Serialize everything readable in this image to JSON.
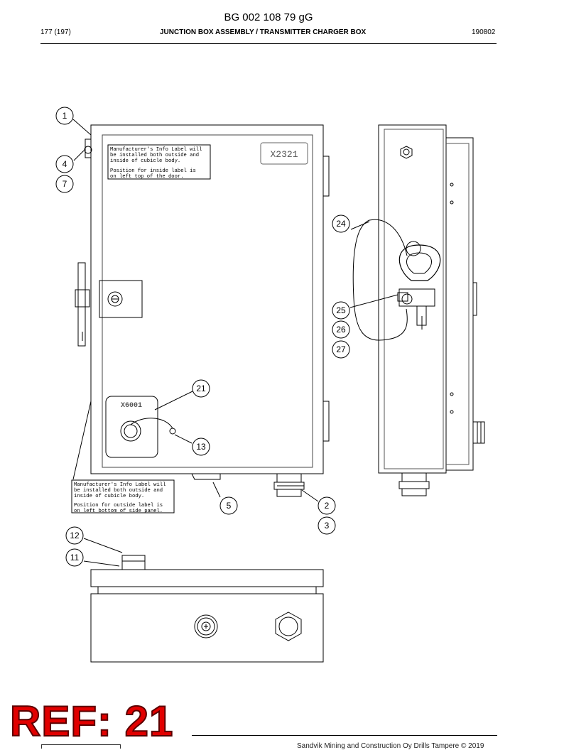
{
  "header": {
    "doc_number": "BG 002 108 79 gG",
    "page": "177 (197)",
    "title": "JUNCTION BOX ASSEMBLY / TRANSMITTER CHARGER BOX",
    "date_code": "190802"
  },
  "labels": {
    "door_marking": "X2321",
    "socket_marking": "X6001"
  },
  "notes": {
    "inside_label": [
      "Manufacturer's Info Label will",
      "be installed both outside and",
      "inside of cubicle body.",
      "Position for inside label is",
      "on left top of the door."
    ],
    "outside_label": [
      "Manufacturer's Info Label will",
      "be installed both outside and",
      "inside of cubicle body.",
      "Position for outside label is",
      "on left bottom of side panel."
    ]
  },
  "part_callouts": [
    "1",
    "4",
    "7",
    "24",
    "25",
    "26",
    "27",
    "21",
    "13",
    "5",
    "2",
    "3",
    "12",
    "11"
  ],
  "stamp": {
    "text": "REF: 21"
  },
  "footer": {
    "copyright": "Sandvik Mining and Construction Oy Drills Tampere © 2019"
  }
}
